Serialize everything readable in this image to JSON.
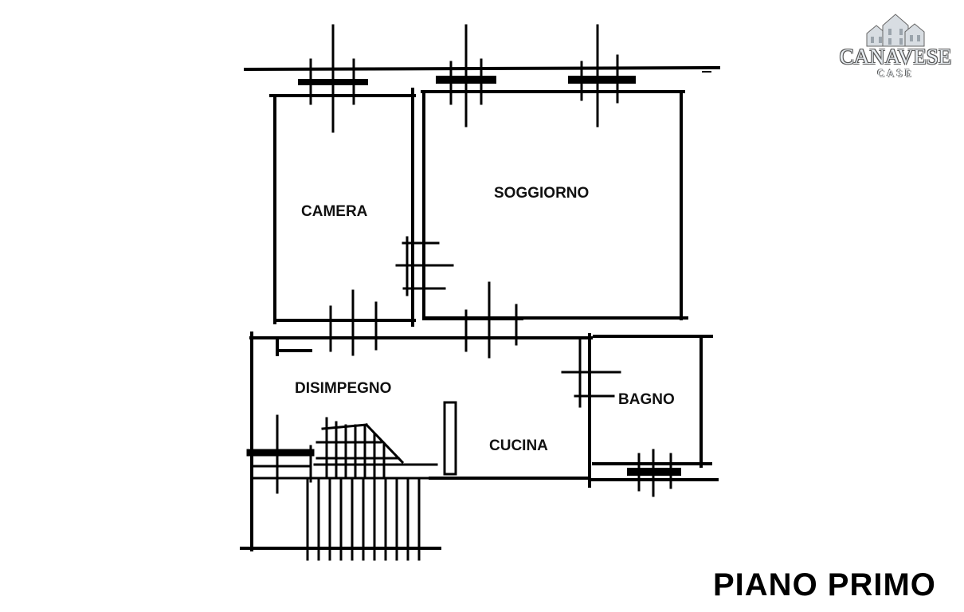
{
  "rooms": {
    "camera": "CAMERA",
    "soggiorno": "SOGGIORNO",
    "disimpegno": "DISIMPEGNO",
    "cucina": "CUCINA",
    "bagno": "BAGNO"
  },
  "title": "PIANO PRIMO",
  "logo": {
    "name": "CANAVESE",
    "sub": "CASE"
  }
}
